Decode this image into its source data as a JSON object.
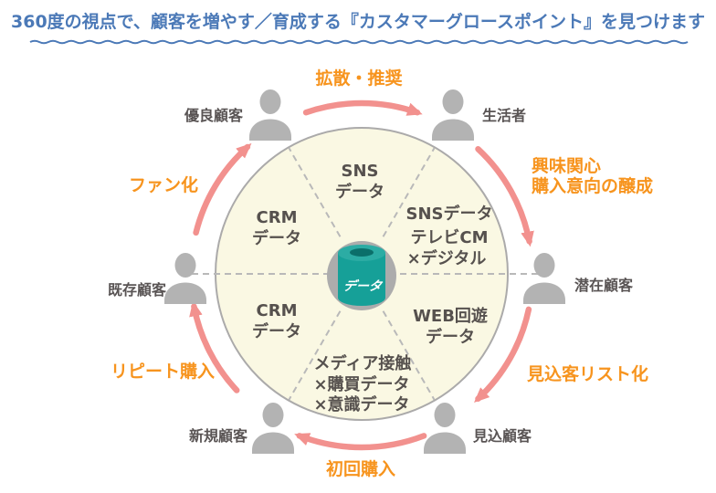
{
  "title": "360度の視点で、顧客を増やす／育成する『カスタマーグロースポイント』を見つけます",
  "center": {
    "label": "データ"
  },
  "segments": [
    {
      "id": "sns",
      "lines": [
        "SNS",
        "データ"
      ]
    },
    {
      "id": "sns-tv",
      "lines": [
        "SNSデータ",
        "テレビCM",
        "×デジタル"
      ]
    },
    {
      "id": "web",
      "lines": [
        "WEB回遊",
        "データ"
      ]
    },
    {
      "id": "media",
      "lines": [
        "メディア接触",
        "×購買データ",
        "×意識データ"
      ]
    },
    {
      "id": "crm-upper",
      "lines": [
        "CRM",
        "データ"
      ]
    },
    {
      "id": "crm-lower",
      "lines": [
        "CRM",
        "データ"
      ]
    }
  ],
  "actors": [
    {
      "id": "yuryo-kokyaku",
      "label": "優良顧客"
    },
    {
      "id": "seikatsusha",
      "label": "生活者"
    },
    {
      "id": "senzai-kokyaku",
      "label": "潜在顧客"
    },
    {
      "id": "mikomi-kokyaku",
      "label": "見込顧客"
    },
    {
      "id": "shinki-kokyaku",
      "label": "新規顧客"
    },
    {
      "id": "kison-kokyaku",
      "label": "既存顧客"
    }
  ],
  "transitions": [
    {
      "id": "kakusan-suisho",
      "lines": [
        "拡散・推奨"
      ]
    },
    {
      "id": "kyomi-kanshin",
      "lines": [
        "興味関心",
        "購入意向の醸成"
      ]
    },
    {
      "id": "mikomi-list-ka",
      "lines": [
        "見込客リスト化"
      ]
    },
    {
      "id": "shokai-konyu",
      "lines": [
        "初回購入"
      ]
    },
    {
      "id": "repeat-konyu",
      "lines": [
        "リピート購入"
      ]
    },
    {
      "id": "fan-ka",
      "lines": [
        "ファン化"
      ]
    }
  ],
  "colors": {
    "accent_blue": "#4b79b7",
    "accent_orange": "#f7941e",
    "arrow_pink": "#f2918e",
    "circle_fill": "#faf8e3",
    "divider_gray": "#b9b9b9",
    "person_gray": "#b3b3b3",
    "center_gray": "#acacac",
    "data_teal": "#16a098",
    "text_gray": "#56514e"
  }
}
